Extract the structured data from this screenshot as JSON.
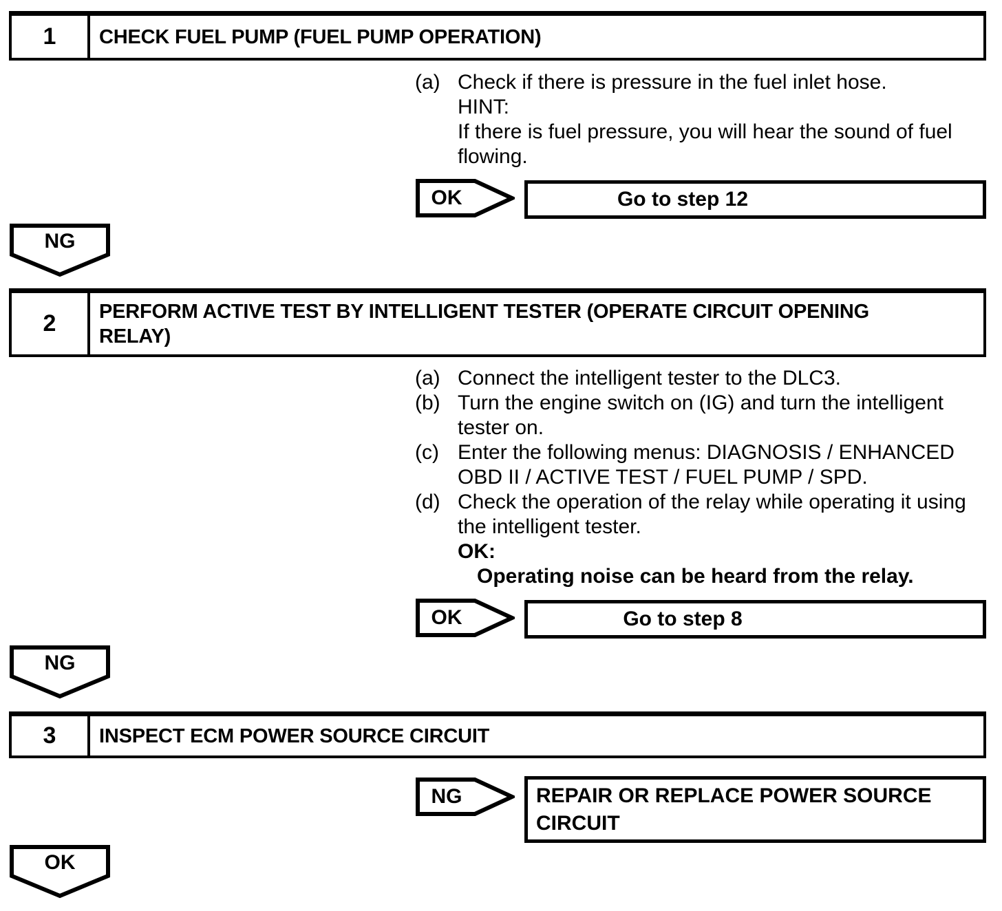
{
  "document": {
    "kind": "diagnostic-flowchart-page",
    "colors": {
      "ink": "#000000",
      "paper": "#ffffff"
    }
  },
  "steps": [
    {
      "number": "1",
      "title_lines": [
        "CHECK FUEL PUMP (FUEL PUMP OPERATION)"
      ],
      "items": [
        {
          "label": "(a)",
          "lines": [
            "Check if there is pressure in the fuel inlet hose.",
            "HINT:",
            "If there is fuel pressure, you will hear the sound of fuel",
            "flowing."
          ]
        }
      ],
      "ok_tag": "OK",
      "goto": "Go to step 12",
      "next_flow": "NG"
    },
    {
      "number": "2",
      "title_lines": [
        "PERFORM ACTIVE TEST BY INTELLIGENT TESTER (OPERATE CIRCUIT OPENING",
        "RELAY)"
      ],
      "items": [
        {
          "label": "(a)",
          "lines": [
            "Connect the intelligent tester to the DLC3."
          ]
        },
        {
          "label": "(b)",
          "lines": [
            "Turn the engine switch on (IG) and turn the intelligent",
            "tester on."
          ]
        },
        {
          "label": "(c)",
          "lines": [
            "Enter the following menus: DIAGNOSIS / ENHANCED",
            "OBD II / ACTIVE TEST / FUEL PUMP / SPD."
          ]
        },
        {
          "label": "(d)",
          "lines": [
            "Check the operation of the relay while operating it using",
            "the intelligent tester."
          ],
          "ok_heading": "OK:",
          "ok_detail": "Operating noise can be heard from the relay."
        }
      ],
      "ok_tag": "OK",
      "goto": "Go to step 8",
      "next_flow": "NG"
    },
    {
      "number": "3",
      "title_lines": [
        "INSPECT ECM POWER SOURCE CIRCUIT"
      ],
      "ng_tag": "NG",
      "ng_action_lines": [
        "REPAIR OR REPLACE POWER SOURCE",
        "CIRCUIT"
      ],
      "next_flow": "OK"
    }
  ]
}
